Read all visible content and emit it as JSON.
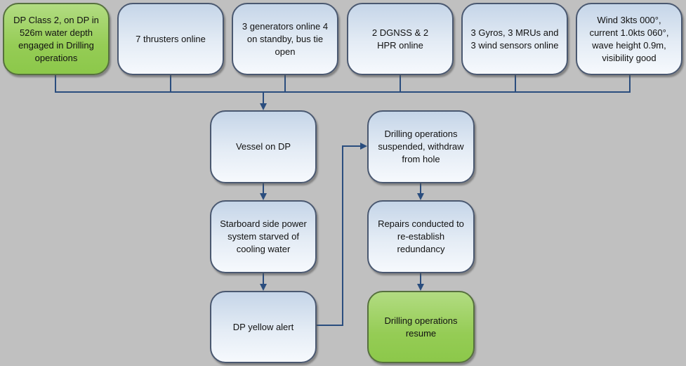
{
  "diagram": {
    "type": "flowchart",
    "colors": {
      "background": "#c0c0c0",
      "connector": "#2a4d7e",
      "box_blue_top": "#c5d5e8",
      "box_blue_bottom": "#f6f9fd",
      "box_green": "#95cc55",
      "box_border": "#4a5870"
    },
    "initial_conditions": [
      {
        "id": "dp-class",
        "style": "green",
        "text": "DP Class 2, on DP in 526m water depth engaged in Drilling operations"
      },
      {
        "id": "thrusters",
        "style": "blue",
        "text": "7 thrusters online"
      },
      {
        "id": "generators",
        "style": "blue",
        "text": "3 generators online 4 on standby, bus tie open"
      },
      {
        "id": "dgnss",
        "style": "blue",
        "text": "2 DGNSS & 2 HPR online"
      },
      {
        "id": "sensors",
        "style": "blue",
        "text": "3 Gyros, 3 MRUs and 3 wind sensors online"
      },
      {
        "id": "weather",
        "style": "blue",
        "text": "Wind 3kts 000°, current 1.0kts 060°, wave height 0.9m, visibility good"
      }
    ],
    "sequence_left": [
      {
        "id": "vessel-on-dp",
        "style": "blue",
        "text": "Vessel on DP"
      },
      {
        "id": "starboard-power",
        "style": "blue",
        "text": "Starboard side power system starved of cooling water"
      },
      {
        "id": "yellow-alert",
        "style": "blue",
        "text": "DP yellow alert"
      }
    ],
    "sequence_right": [
      {
        "id": "drilling-suspended",
        "style": "blue",
        "text": "Drilling operations suspended, withdraw from hole"
      },
      {
        "id": "repairs",
        "style": "blue",
        "text": "Repairs conducted to re-establish redundancy"
      },
      {
        "id": "drilling-resume",
        "style": "green",
        "text": "Drilling operations resume"
      }
    ],
    "edges": [
      {
        "from": "initial_conditions",
        "to": "vessel-on-dp"
      },
      {
        "from": "vessel-on-dp",
        "to": "starboard-power"
      },
      {
        "from": "starboard-power",
        "to": "yellow-alert"
      },
      {
        "from": "yellow-alert",
        "to": "drilling-suspended"
      },
      {
        "from": "drilling-suspended",
        "to": "repairs"
      },
      {
        "from": "repairs",
        "to": "drilling-resume"
      }
    ]
  }
}
